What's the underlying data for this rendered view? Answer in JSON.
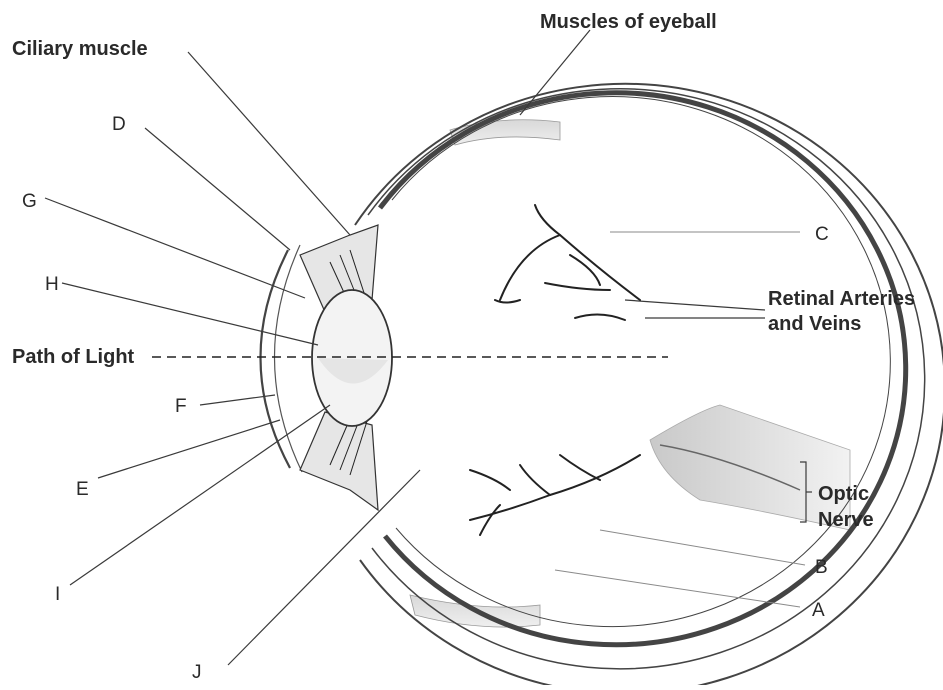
{
  "labels": {
    "muscles_of_eyeball": "Muscles of eyeball",
    "ciliary_muscle": "Ciliary muscle",
    "retinal_line1": "Retinal Arteries",
    "retinal_line2": "and Veins",
    "path_of_light": "Path of Light",
    "optic_line1": "Optic",
    "optic_line2": "Nerve"
  },
  "letters": {
    "a": "A",
    "b": "B",
    "c": "C",
    "d": "D",
    "e": "E",
    "f": "F",
    "g": "G",
    "h": "H",
    "i": "I",
    "j": "J"
  }
}
